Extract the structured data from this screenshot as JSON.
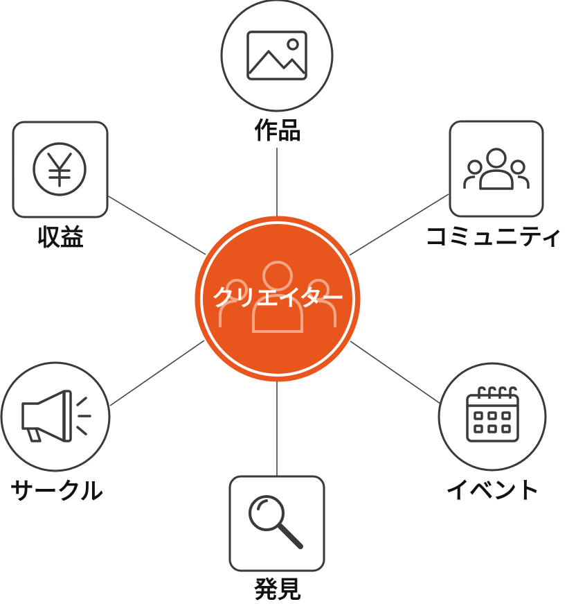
{
  "center": {
    "label": "クリエイター",
    "color": "#E8561E",
    "icon": "people-icon"
  },
  "nodes": [
    {
      "id": "works",
      "label": "作品",
      "icon": "image-icon",
      "shape": "circle"
    },
    {
      "id": "community",
      "label": "コミュニティ",
      "icon": "group-icon",
      "shape": "rounded-square"
    },
    {
      "id": "event",
      "label": "イベント",
      "icon": "calendar-icon",
      "shape": "circle"
    },
    {
      "id": "discovery",
      "label": "発見",
      "icon": "search-icon",
      "shape": "rounded-square"
    },
    {
      "id": "circle",
      "label": "サークル",
      "icon": "megaphone-icon",
      "shape": "circle"
    },
    {
      "id": "revenue",
      "label": "収益",
      "icon": "yen-icon",
      "shape": "rounded-square"
    }
  ],
  "colors": {
    "stroke": "#3a3a3a",
    "accent": "#E8561E",
    "line": "#444444"
  }
}
